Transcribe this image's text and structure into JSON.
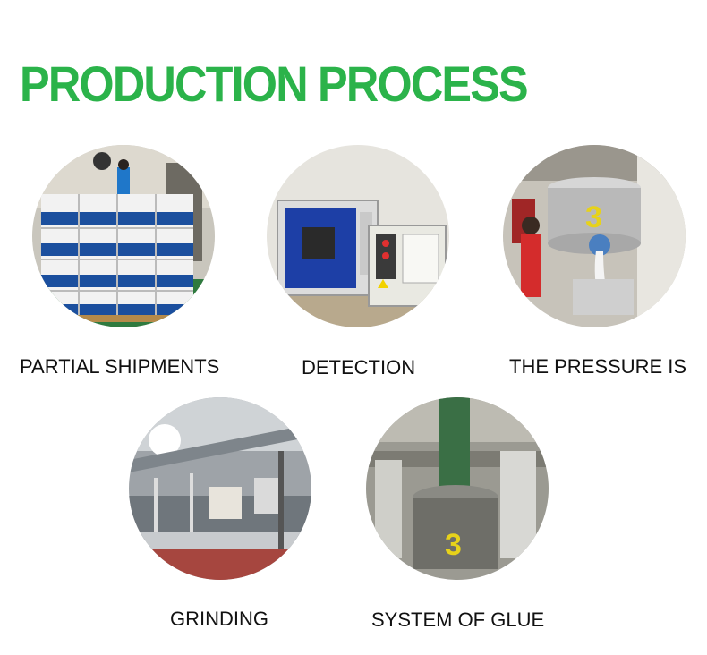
{
  "header": {
    "title": "PRODUCTION PROCESS"
  },
  "steps": [
    {
      "label": "PARTIAL SHIPMENTS"
    },
    {
      "label": "DETECTION"
    },
    {
      "label": "THE PRESSURE IS"
    },
    {
      "label": "GRINDING"
    },
    {
      "label": "SYSTEM OF GLUE"
    }
  ],
  "colors": {
    "title": "#2bb34a",
    "text": "#111111"
  },
  "photos": {
    "pressure_tank_marking": "3",
    "glue_tank_marking": "3"
  }
}
